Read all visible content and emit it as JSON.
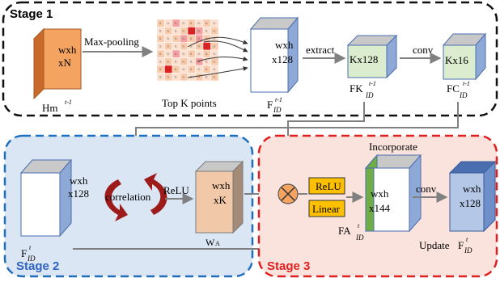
{
  "stages": {
    "stage1": "Stage 1",
    "stage2": "Stage 2",
    "stage3": "Stage 3"
  },
  "stage1": {
    "hm_block": {
      "line1": "wxh",
      "line2": "xN"
    },
    "hm_label": "Hm",
    "hm_sup": "t-1",
    "max_pooling": "Max-pooling",
    "top_k": "Top K points",
    "grid_values": [
      "0.",
      "0.",
      "0.",
      "0.",
      "0.",
      "0.",
      "0.",
      "0.",
      "0.",
      "0.",
      "0.",
      "0.",
      "0.",
      "0.",
      "0.",
      "0.",
      "0.",
      "0.",
      "0.",
      "0.",
      "0.",
      "0.",
      "0.",
      "0.",
      "0.",
      "0.",
      "0.",
      "0.",
      "0.",
      "0.",
      "0.",
      "0.",
      "0.",
      "0.",
      "0.",
      "0.",
      "0.",
      "0.",
      "0.",
      "0.",
      "0.",
      "0.",
      "0.",
      "0.",
      "0.",
      "0.",
      "0.",
      "0.",
      "0.",
      "0.",
      "0.",
      "0.",
      "0.",
      "0.",
      "0.",
      "0.",
      "0.",
      "0.",
      "0.",
      "0.",
      "0.",
      "0.",
      "0.",
      "0."
    ],
    "f_block": {
      "line1": "wxh",
      "line2": "x128"
    },
    "f_label": "F",
    "f_sub": "ID",
    "f_sup": "t-1",
    "extract": "extract",
    "fk_block": "Kx128",
    "fk_label": "FK",
    "fk_sub": "ID",
    "fk_sup": "t-1",
    "conv": "conv",
    "fc_block": "Kx16",
    "fc_label": "FC",
    "fc_sub": "ID",
    "fc_sup": "t-1"
  },
  "stage2": {
    "f_block": {
      "line1": "wxh",
      "line2": "x128"
    },
    "f_label": "F",
    "f_sub": "ID",
    "f_sup": "t",
    "correlation": "correlation",
    "relu": "ReLU",
    "wa_block": {
      "line1": "wxh",
      "line2": "xK"
    },
    "wa_label": "W",
    "wa_sub": "A"
  },
  "stage3": {
    "relu_box": "ReLU",
    "linear_box": "Linear",
    "incorporate": "Incorporate",
    "fa_block": {
      "line1": "wxh",
      "line2": "x144"
    },
    "fa_label": "FA",
    "fa_sub": "ID",
    "fa_sup": "t",
    "conv": "conv",
    "out_block": {
      "line1": "wxh",
      "line2": "x128"
    },
    "update_label": "Update",
    "update_f": "F",
    "update_sub": "ID",
    "update_sup": "t"
  },
  "colors": {
    "stage1_border": "#111111",
    "stage2_border": "#1f6fbf",
    "stage2_fill": "#dbe6f4",
    "stage3_border": "#e02020",
    "stage3_fill": "#fbe3dd",
    "orange": "#f4a460",
    "green_cube": "#dceccf",
    "relu_box": "#ffc000",
    "arrow": "#808080",
    "correlation_arrow": "#9e1b1b"
  }
}
